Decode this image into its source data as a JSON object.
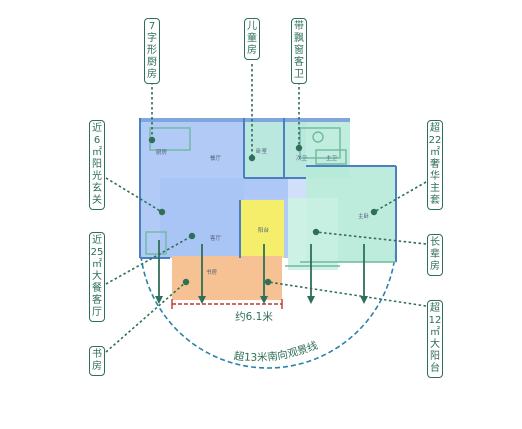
{
  "labels": {
    "kitchen": "7字形厨房",
    "kids_room": "儿童房",
    "bay_bath": "带飘窗客卫",
    "foyer": "近6㎡阳光玄关",
    "master": "超22㎡奢华主套",
    "dining_living": "近25㎡大餐客厅",
    "elder_room": "长辈房",
    "balcony": "超12㎡大阳台",
    "study": "书房"
  },
  "rooms": {
    "kitchen": "厨房",
    "dining": "餐厅",
    "kids": "卧室",
    "bath2": "次卫",
    "bath1": "主卫",
    "master": "主卧",
    "living": "客厅",
    "study": "书房",
    "balcony": "阳台"
  },
  "width_annotation": "约6.1米",
  "arc_text": "超13米南向观景线",
  "colors": {
    "blue": "#a9c4f5",
    "teal": "#b6ead8",
    "yellow": "#f4ee6a",
    "orange": "#f6c193",
    "dark_green": "#2f6f57",
    "dashed_blue": "#2a82a8",
    "red": "#c0392b"
  }
}
